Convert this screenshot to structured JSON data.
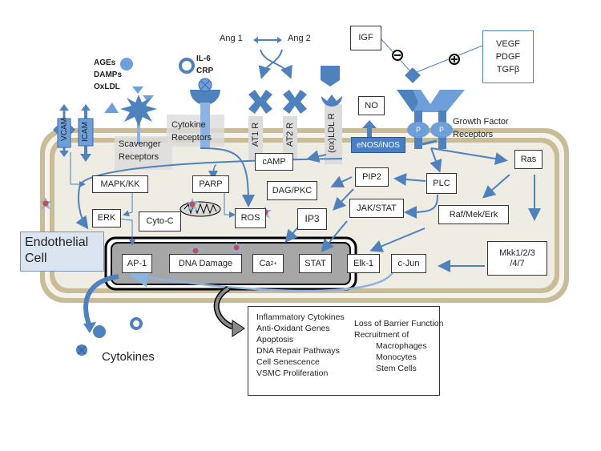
{
  "title": "Endothelial cell signaling diagram",
  "cell_label": "Endothelial Cell",
  "ligands": {
    "ang1": "Ang 1",
    "ang2": "Ang 2",
    "ages": "AGEs",
    "damps": "DAMPs",
    "oxldl": "OxLDL",
    "il6": "IL-6",
    "crp": "CRP",
    "igf": "IGF",
    "growth_factors": [
      "VEGF",
      "PDGF",
      "TGFβ"
    ],
    "igf_sign": "minus",
    "gf_sign": "plus"
  },
  "receptors": {
    "vcam": "VCAM",
    "icam": "ICAM",
    "scavenger": [
      "Scavenger",
      "Receptors"
    ],
    "cytokine": [
      "Cytokine",
      "Receptors"
    ],
    "at1r": "AT1 R",
    "at2r": "AT2 R",
    "oxldlr": "(ox)LDL R",
    "growth_factor": [
      "Growth Factor",
      "Receptors"
    ],
    "phospho": "P"
  },
  "nodes": {
    "no": "NO",
    "enos": "eNOS/iNOS",
    "camp": "cAMP",
    "mapk": "MAPK/KK",
    "parp": "PARP",
    "dag": "DAG/PKC",
    "pip2": "PIP2",
    "plc": "PLC",
    "ras": "Ras",
    "erk": "ERK",
    "cytoc": "Cyto-C",
    "ros": "ROS",
    "ip3": "IP3",
    "jakstat": "JAK/STAT",
    "rafmekerk": "Raf/Mek/Erk",
    "mkk_line1": "Mkk1/2/3",
    "mkk_line2": "/4/7"
  },
  "nucleus": {
    "items": [
      "AP-1",
      "DNA Damage",
      "Ca",
      "STAT",
      "Elk-1",
      "c-Jun"
    ],
    "ca_sup": "2+"
  },
  "secreted": {
    "label": "Cytokines"
  },
  "outcomes": {
    "left": [
      "Inflammatory Cytokines",
      "Anti-Oxidant Genes",
      "Apoptosis",
      "DNA Repair Pathways",
      "Cell Senescence",
      "VSMC Proliferation"
    ],
    "right_header": [
      "Loss of Barrier Function",
      "Recruitment of"
    ],
    "right_indented": [
      "Macrophages",
      "Monocytes",
      "Stem Cells"
    ]
  },
  "colors": {
    "blue": "#4f81bd",
    "light_blue": "#6f9fd8",
    "membrane": "#c8bd98",
    "cytoplasm": "#efece3",
    "nucleus": "#a6a6a6",
    "damage_star": "#c0504d"
  }
}
